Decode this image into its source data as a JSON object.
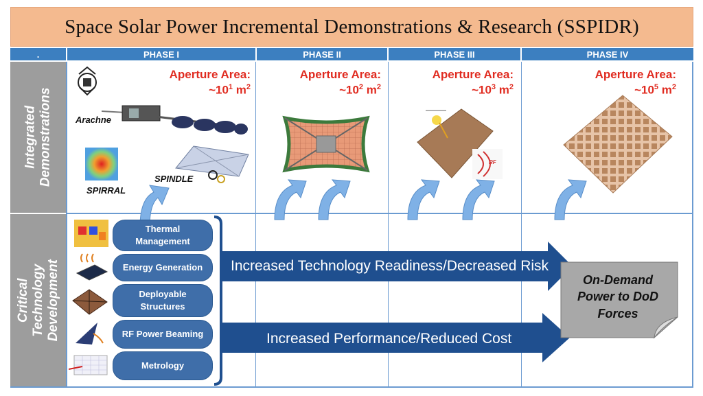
{
  "title": "Space Solar Power Incremental Demonstrations & Research (SSPIDR)",
  "header_dot": ".",
  "phases": [
    "PHASE I",
    "PHASE II",
    "PHASE III",
    "PHASE IV"
  ],
  "rows": {
    "integrated": "Integrated Demonstrations",
    "critical": "Critical Technology Development"
  },
  "aperture": {
    "label": "Aperture Area:",
    "prefix": "~10",
    "unit": " m",
    "sq": "2",
    "exponents": [
      "1",
      "2",
      "3",
      "5"
    ]
  },
  "demos": {
    "arachne": "Arachne",
    "spirral": "SPIRRAL",
    "spindle": "SPINDLE"
  },
  "rf_label": "RF",
  "technologies": [
    "Thermal Management",
    "Energy Generation",
    "Deployable Structures",
    "RF Power Beaming",
    "Metrology"
  ],
  "arrows": {
    "top": "Increased Technology Readiness/Decreased Risk",
    "bottom": "Increased Performance/Reduced Cost"
  },
  "outcome": [
    "On-Demand",
    "Power to DoD",
    "Forces"
  ],
  "colors": {
    "title_bg": "#f4ba8f",
    "header_bg": "#3c7fc0",
    "side_bg": "#9d9d9d",
    "pill_bg": "#3f6ea9",
    "arrow": "#1f4f8f",
    "aperture_text": "#e02b20",
    "outcome_bg": "#a8a8a8"
  }
}
